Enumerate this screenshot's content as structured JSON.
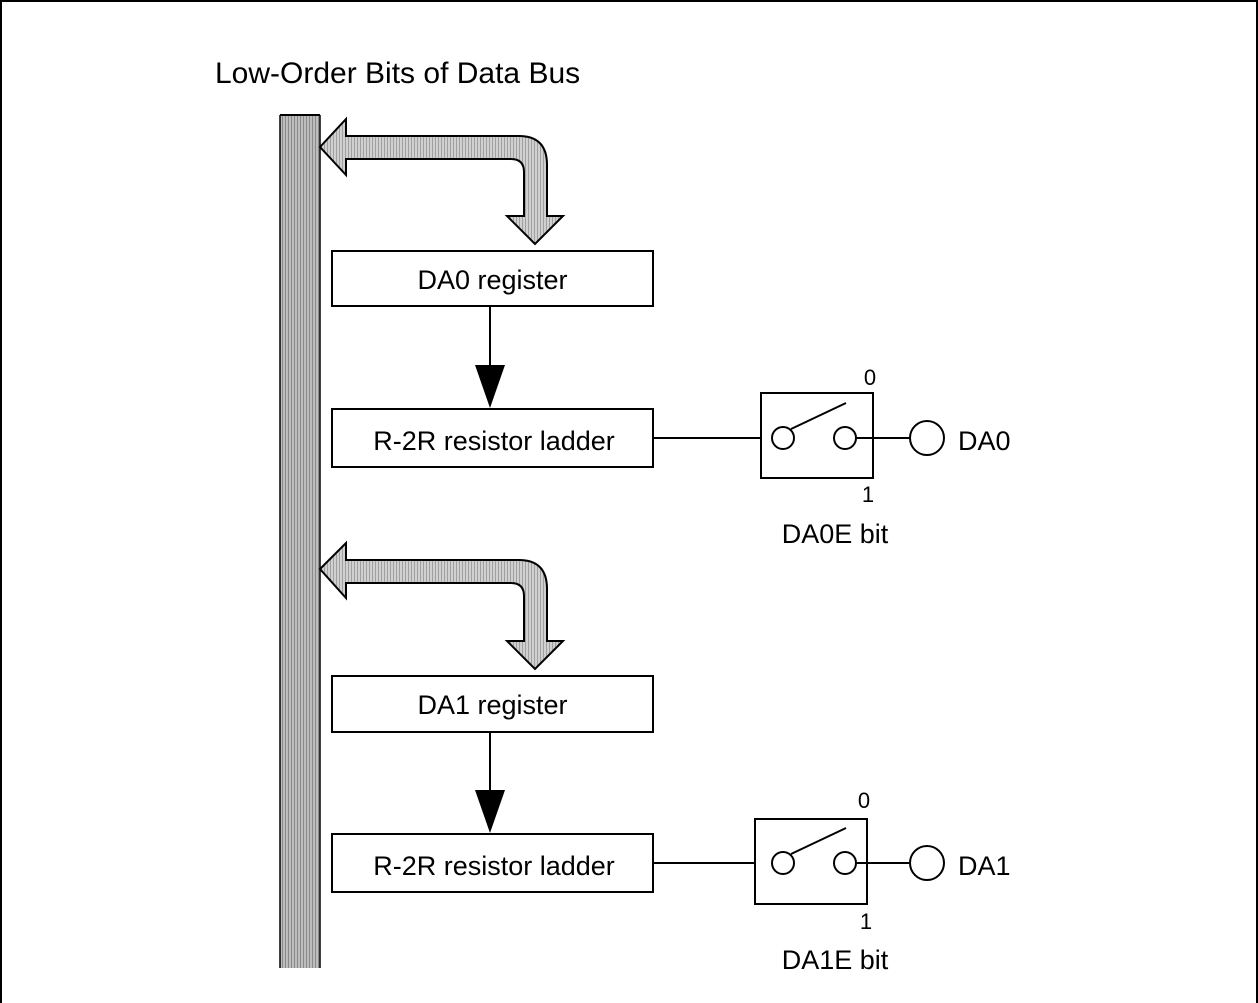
{
  "title": "Low-Order Bits of Data Bus",
  "channels": [
    {
      "register_label": "DA0 register",
      "ladder_label": "R-2R resistor ladder",
      "switch_top": "0",
      "switch_bottom": "1",
      "switch_caption": "DA0E bit",
      "output_label": "DA0"
    },
    {
      "register_label": "DA1 register",
      "ladder_label": "R-2R resistor ladder",
      "switch_top": "0",
      "switch_bottom": "1",
      "switch_caption": "DA1E bit",
      "output_label": "DA1"
    }
  ],
  "colors": {
    "bus_fill": "#b4b4b4",
    "arrow_fill": "#c4c4c4",
    "stroke": "#000000",
    "background": "#ffffff"
  }
}
